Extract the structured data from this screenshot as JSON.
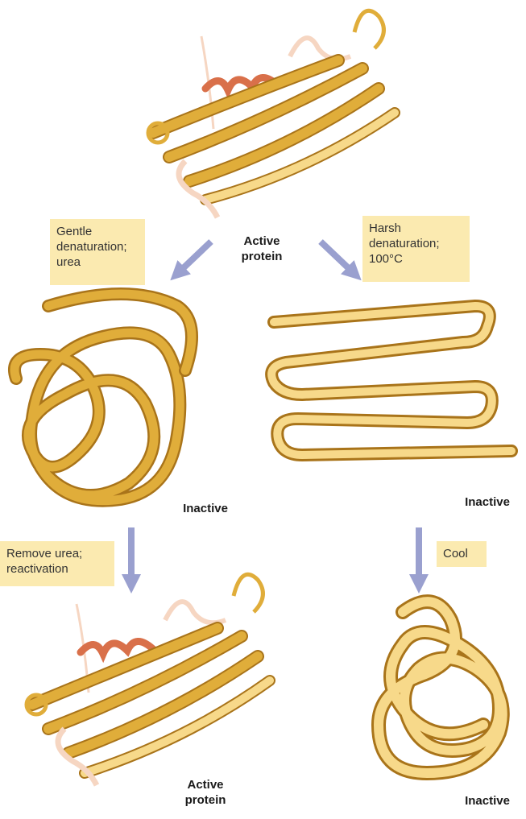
{
  "colors": {
    "ribbon": "#e0ad3a",
    "ribbon_dark": "#a9741a",
    "ribbon_light": "#f7d98a",
    "helix": "#d9704a",
    "helix_light": "#f6d6c2",
    "arrow": "#9aa0cf",
    "box": "#fbeab0"
  },
  "top": {
    "state_lines": [
      "Active",
      "protein"
    ]
  },
  "left_branch": {
    "condition_lines": [
      "Gentle",
      "denaturation;",
      "urea"
    ],
    "state": "Inactive",
    "recovery_lines": [
      "Remove urea;",
      "reactivation"
    ],
    "result_lines": [
      "Active",
      "protein"
    ]
  },
  "right_branch": {
    "condition_lines": [
      "Harsh",
      "denaturation;",
      "100°C"
    ],
    "state": "Inactive",
    "recovery": "Cool",
    "result": "Inactive"
  }
}
